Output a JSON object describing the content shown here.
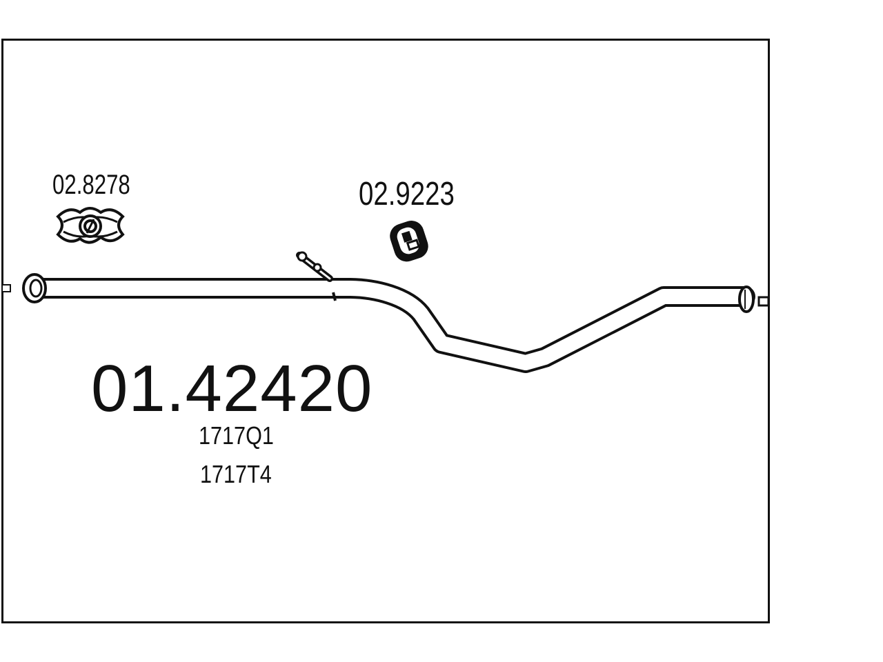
{
  "part_number": "01.42420",
  "references": [
    "1717Q1",
    "1717T4"
  ],
  "accessories": [
    {
      "code": "02.8278",
      "icon": "clamp-icon"
    },
    {
      "code": "02.9223",
      "icon": "rubber-hanger-icon"
    }
  ],
  "colors": {
    "line": "#111111",
    "background": "#ffffff"
  }
}
